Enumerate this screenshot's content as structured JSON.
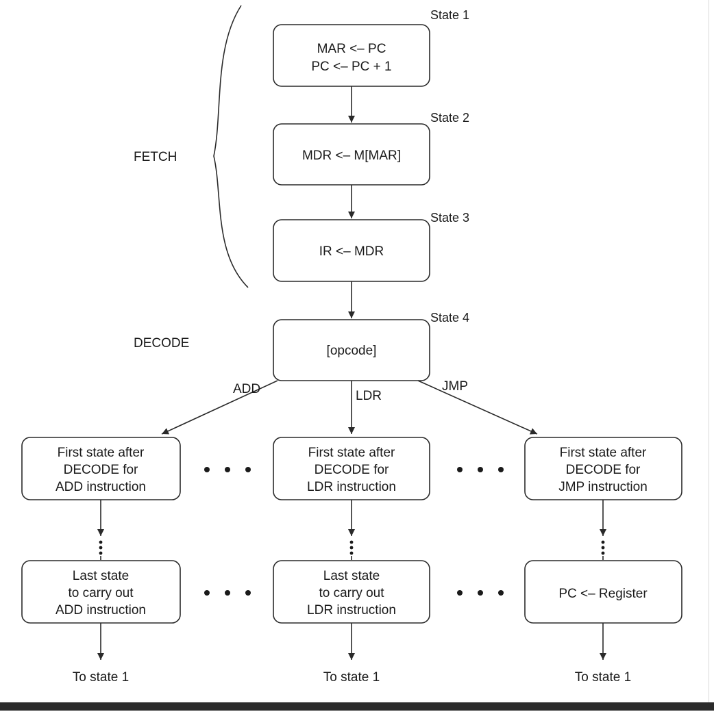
{
  "states": {
    "s1": "State 1",
    "s2": "State 2",
    "s3": "State 3",
    "s4": "State 4"
  },
  "phases": {
    "fetch": "FETCH",
    "decode": "DECODE"
  },
  "boxes": {
    "s1_line1": "MAR <– PC",
    "s1_line2": "PC <– PC + 1",
    "s2": "MDR <– M[MAR]",
    "s3": "IR <– MDR",
    "s4": "[opcode]",
    "add_first": [
      "First state after",
      "DECODE for",
      "ADD instruction"
    ],
    "ldr_first": [
      "First state after",
      "DECODE for",
      "LDR instruction"
    ],
    "jmp_first": [
      "First state after",
      "DECODE for",
      "JMP instruction"
    ],
    "add_last": [
      "Last state",
      "to carry out",
      "ADD instruction"
    ],
    "ldr_last": [
      "Last state",
      "to carry out",
      "LDR instruction"
    ],
    "jmp_last": "PC <– Register"
  },
  "branches": {
    "add": "ADD",
    "ldr": "LDR",
    "jmp": "JMP"
  },
  "returns": {
    "add": "To state 1",
    "ldr": "To state 1",
    "jmp": "To state 1"
  },
  "colors": {
    "stroke": "#2a2a2a",
    "background": "#ffffff",
    "bottom_bar": "#2b2b2b"
  }
}
